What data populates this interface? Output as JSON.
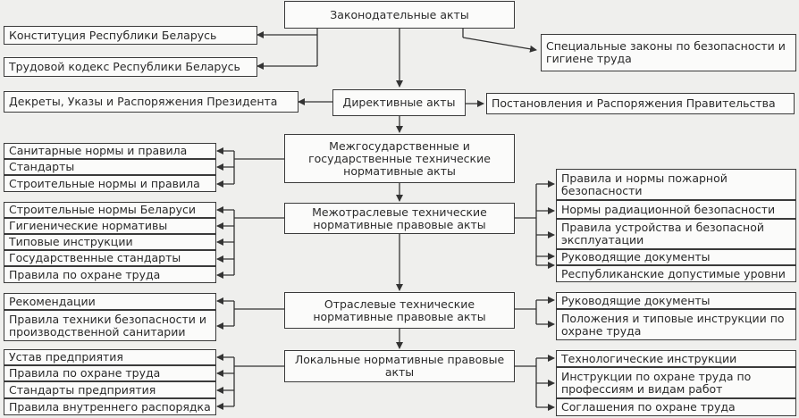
{
  "center": [
    "Законодательные акты",
    "Директивные акты",
    "Межгосударственные и государственные технические нормативные акты",
    "Межотраслевые технические нормативные правовые акты",
    "Отраслевые технические нормативные правовые акты",
    "Локальные нормативные правовые акты"
  ],
  "legislative": {
    "left": [
      "Конституция Республики Беларусь",
      "Трудовой кодекс Республики Беларусь"
    ],
    "right": [
      "Специальные законы по безопасности и гигиене труда"
    ]
  },
  "directive": {
    "left": [
      "Декреты, Указы и Распоряжения Президента"
    ],
    "right": [
      "Постановления и Распоряжения Правительства"
    ]
  },
  "interstate": {
    "left": [
      "Санитарные нормы и правила",
      "Стандарты",
      "Строительные нормы и правила"
    ]
  },
  "intersectoral": {
    "left": [
      "Строительные нормы Беларуси",
      "Гигиенические нормативы",
      "Типовые инструкции",
      "Государственные стандарты",
      "Правила по охране труда"
    ],
    "right": [
      "Правила и нормы пожарной безопасности",
      "Нормы радиационной безопасности",
      "Правила устройства и безопасной эксплуатации",
      "Руководящие документы",
      "Республиканские допустимые уровни"
    ]
  },
  "sectoral": {
    "left": [
      "Рекомендации",
      "Правила техники безопасности и производственной санитарии"
    ],
    "right": [
      "Руководящие документы",
      "Положения и типовые инструкции по охране труда"
    ]
  },
  "local": {
    "left": [
      "Устав предприятия",
      "Правила по охране труда",
      "Стандарты предприятия",
      "Правила внутреннего распорядка"
    ],
    "right": [
      "Технологические инструкции",
      "Инструкции по охране труда по профессиям и видам работ",
      "Соглашения по охране труда"
    ]
  }
}
